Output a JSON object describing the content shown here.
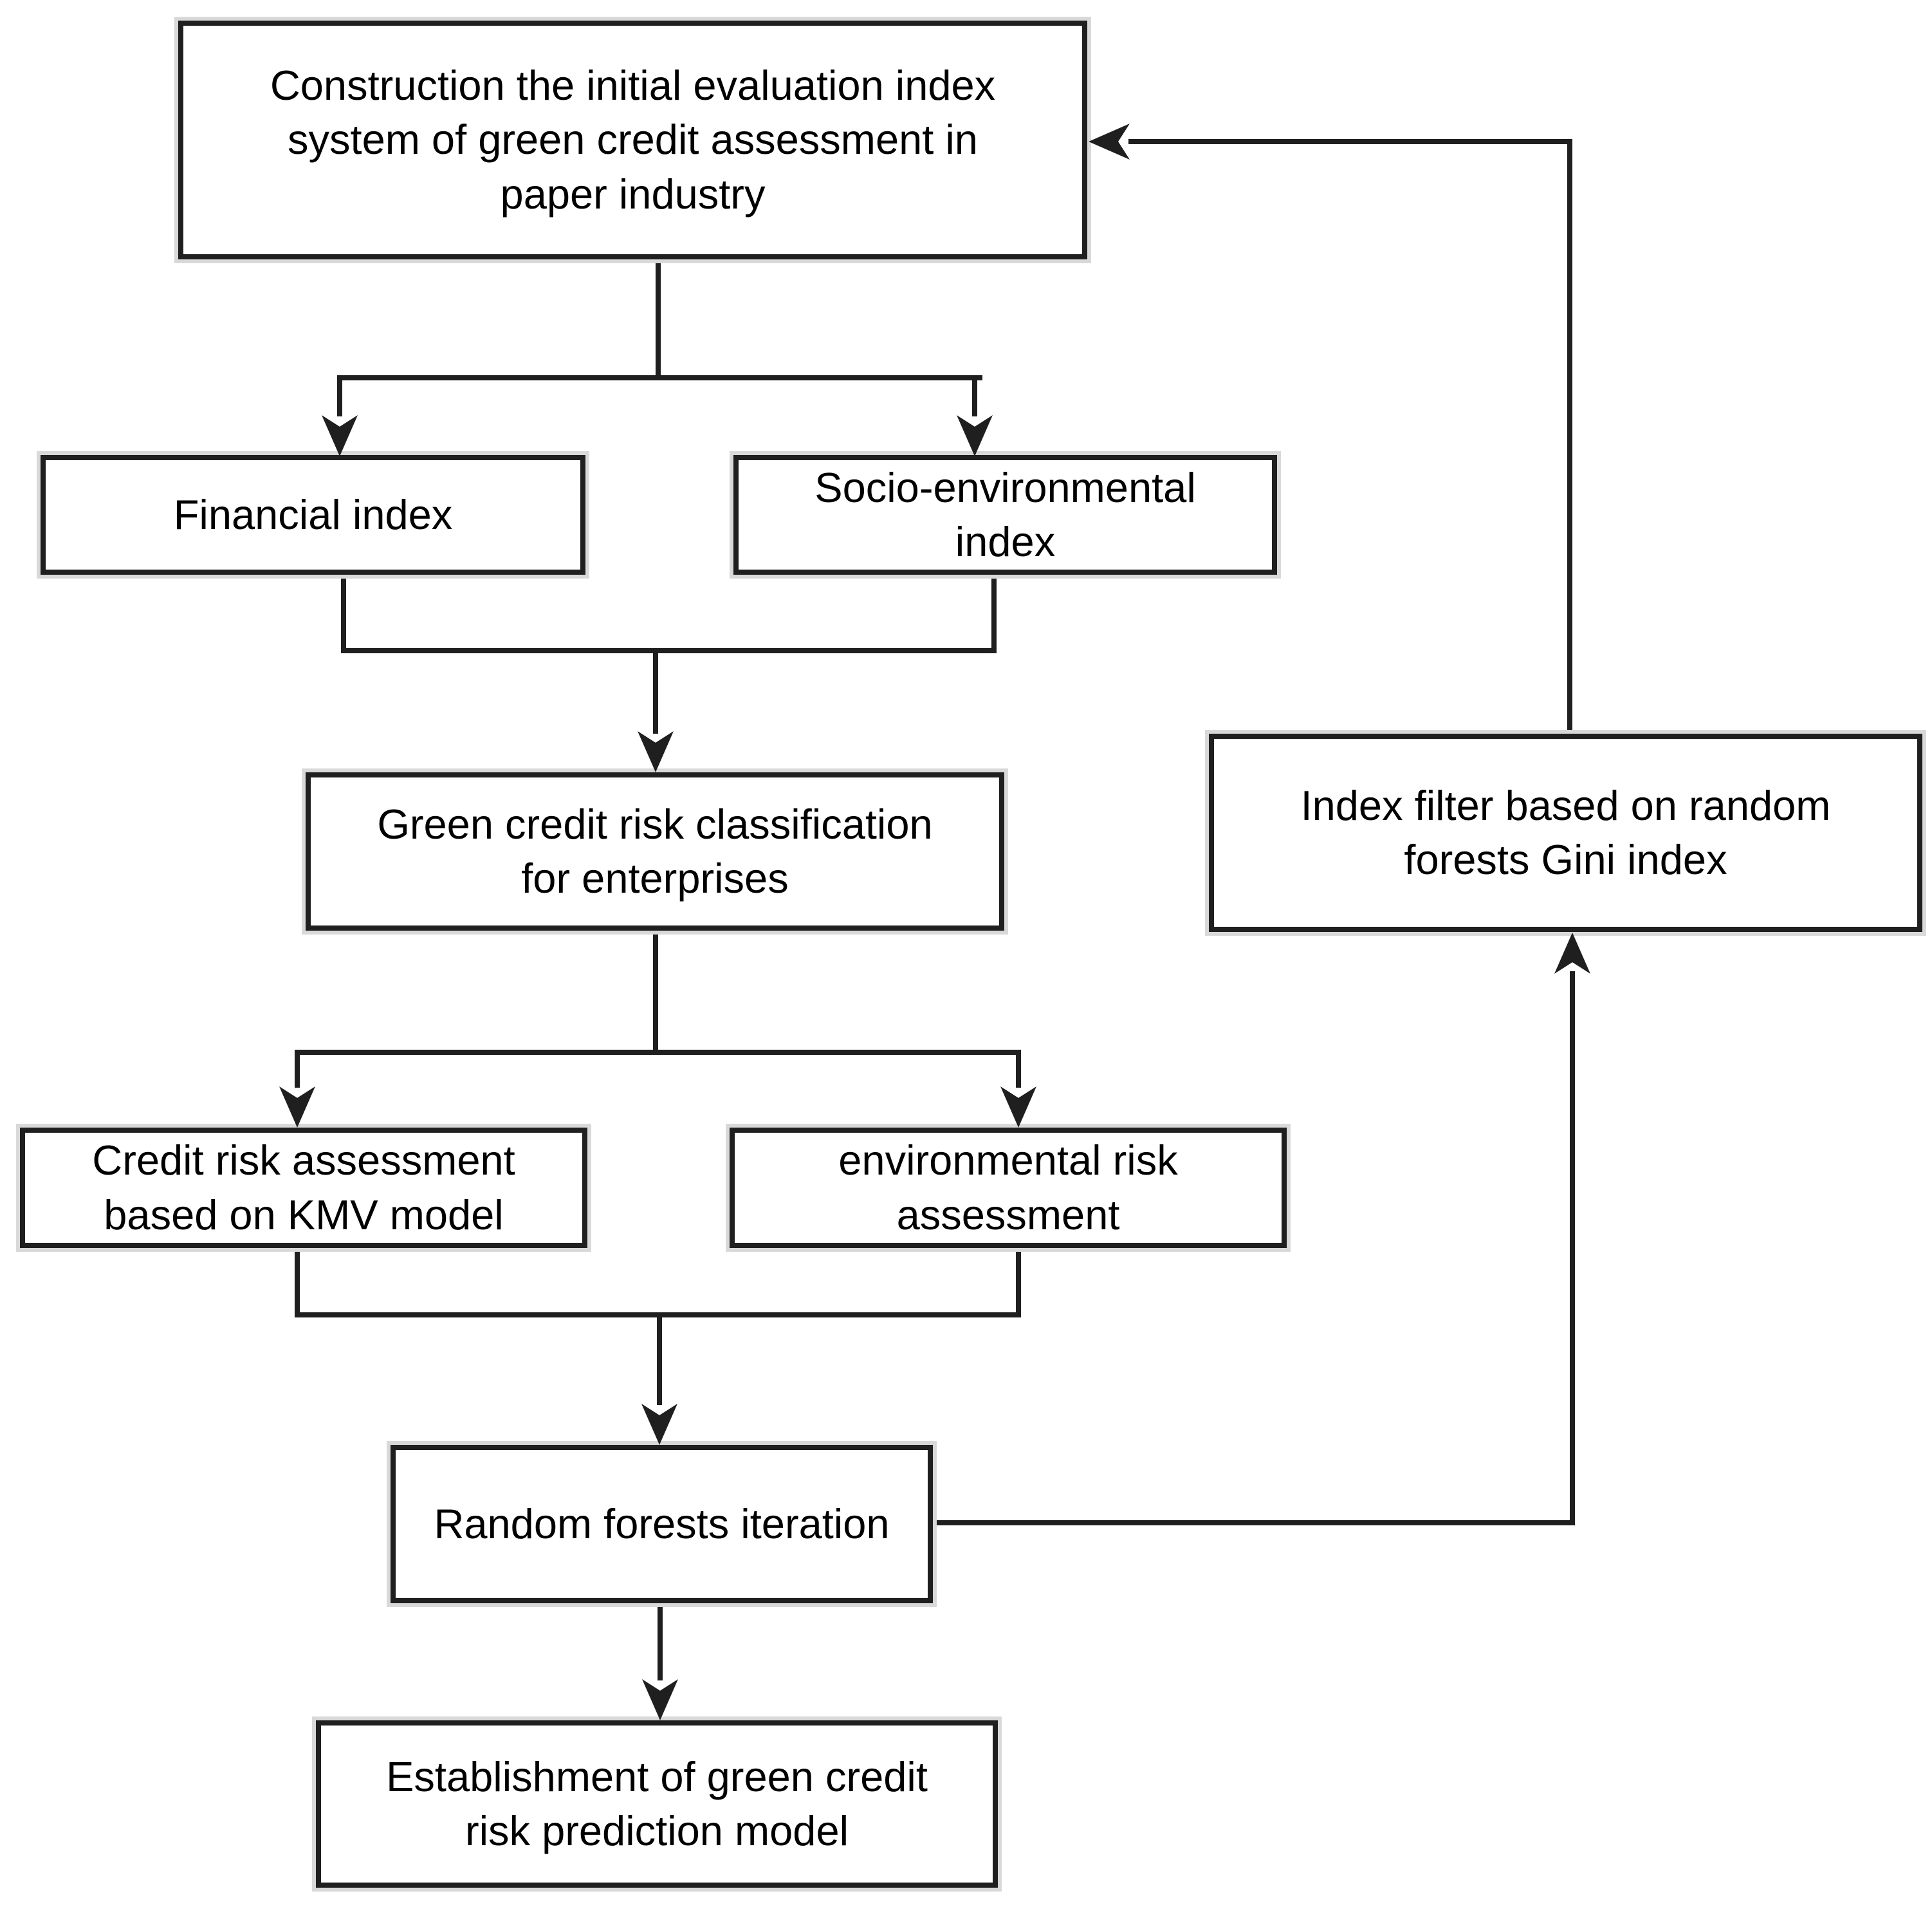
{
  "page": {
    "background": "#ffffff",
    "ink": "#1f1f1f",
    "text_color": "#000000",
    "shadow_color": "#d9d9d9"
  },
  "flowchart": {
    "nodes": {
      "construction": {
        "label": "Construction the initial evaluation index\nsystem of green credit assessment in\npaper industry"
      },
      "financial": {
        "label": "Financial index"
      },
      "socio_environmental": {
        "label": "Socio-environmental\nindex"
      },
      "classification": {
        "label": "Green credit risk classification\nfor enterprises"
      },
      "credit_kmv": {
        "label": "Credit risk assessment\nbased on KMV model"
      },
      "environmental": {
        "label": "environmental risk\nassessment"
      },
      "random_forests": {
        "label": "Random forests iteration"
      },
      "establishment": {
        "label": "Establishment of green credit\nrisk prediction model"
      },
      "index_filter": {
        "label": "Index filter based on random\nforests Gini index"
      }
    },
    "edges": [
      {
        "from": "construction",
        "to": "financial"
      },
      {
        "from": "construction",
        "to": "socio_environmental"
      },
      {
        "from": "financial",
        "to": "classification"
      },
      {
        "from": "socio_environmental",
        "to": "classification"
      },
      {
        "from": "classification",
        "to": "credit_kmv"
      },
      {
        "from": "classification",
        "to": "environmental"
      },
      {
        "from": "credit_kmv",
        "to": "random_forests"
      },
      {
        "from": "environmental",
        "to": "random_forests"
      },
      {
        "from": "random_forests",
        "to": "establishment"
      },
      {
        "from": "random_forests",
        "to": "index_filter"
      },
      {
        "from": "index_filter",
        "to": "construction"
      }
    ]
  }
}
